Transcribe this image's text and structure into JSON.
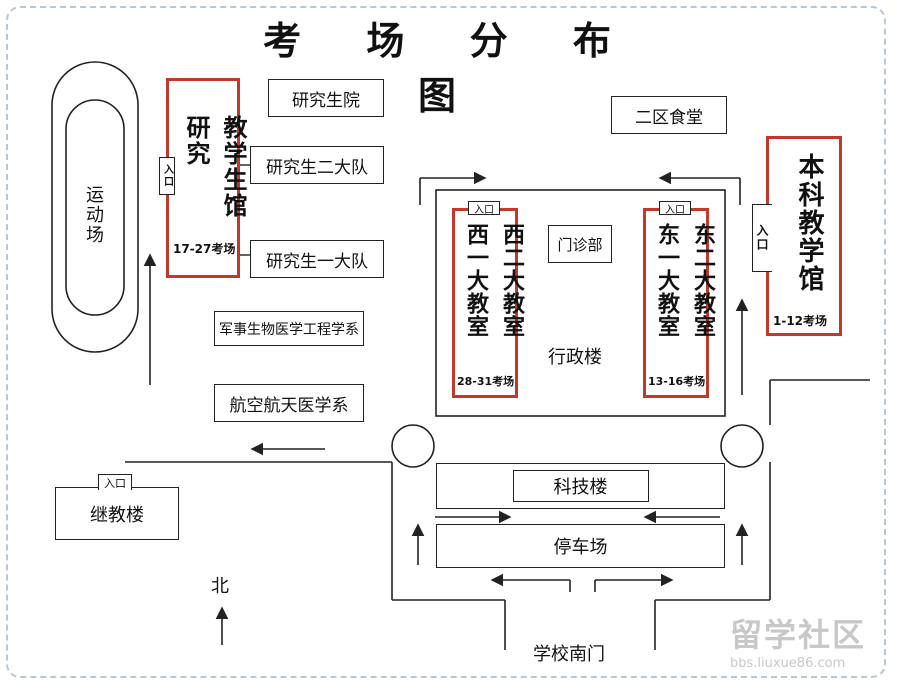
{
  "title": "考 场 分 布 图",
  "sports_field": "运动场",
  "grad_building": {
    "name": "研究生教学馆",
    "col1": "研究",
    "col2": "教学生馆",
    "entry": "入口",
    "rooms": "17-27考场"
  },
  "grad_school": "研究生院",
  "grad_team2": "研究生二大队",
  "grad_team1": "研究生一大队",
  "military_dept": "军事生物医学工程学系",
  "aero_dept": "航空航天医学系",
  "continuing_building": {
    "name": "继教楼",
    "entry": "入口"
  },
  "north": "北",
  "canteen": "二区食堂",
  "undergrad_building": {
    "name": "本科教学馆",
    "entry": "入口",
    "rooms": "1-12考场"
  },
  "west_rooms": {
    "col1": "西一大教室",
    "col2": "西二大教室",
    "entry": "入口",
    "rooms": "28-31考场"
  },
  "east_rooms": {
    "col1": "东一大教室",
    "col2": "东二大教室",
    "entry": "入口",
    "rooms": "13-16考场"
  },
  "clinic": "门诊部",
  "admin_building": "行政楼",
  "tech_building": "科技楼",
  "parking": "停车场",
  "south_gate": "学校南门",
  "watermark": {
    "line1": "留学社区",
    "line2": "bbs.liuxue86.com"
  },
  "colors": {
    "highlight_border": "#c0392b",
    "frame_border": "#b6c8d8",
    "line": "#222222"
  }
}
